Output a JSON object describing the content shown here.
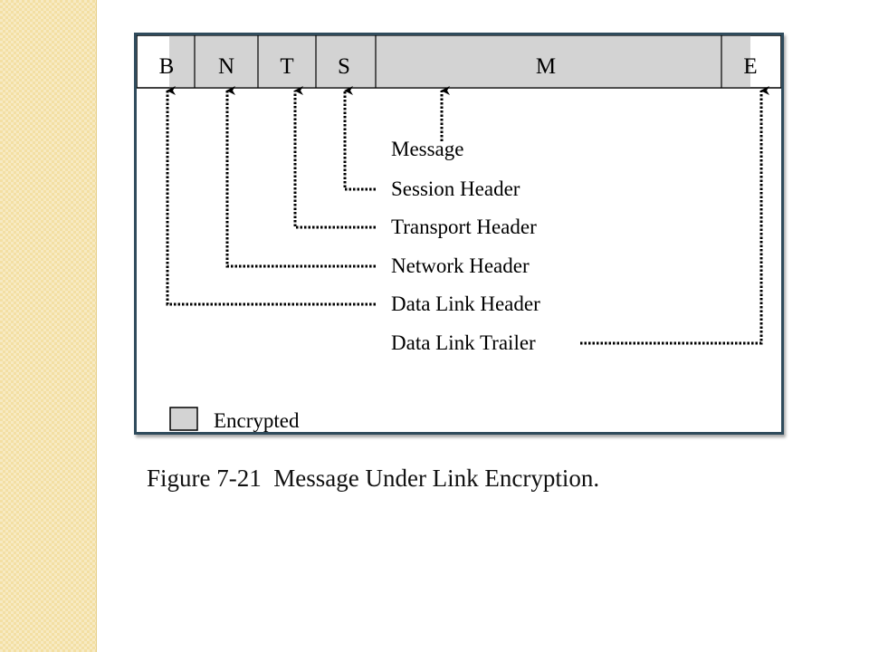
{
  "frame": {
    "fields": [
      {
        "key": "b",
        "label": "B",
        "encrypted": true
      },
      {
        "key": "n",
        "label": "N",
        "encrypted": true
      },
      {
        "key": "t",
        "label": "T",
        "encrypted": true
      },
      {
        "key": "s",
        "label": "S",
        "encrypted": true
      },
      {
        "key": "m",
        "label": "M",
        "encrypted": true
      },
      {
        "key": "e",
        "label": "E",
        "encrypted": true
      }
    ]
  },
  "labels": {
    "message": "Message",
    "session_header": "Session Header",
    "transport_header": "Transport Header",
    "network_header": "Network Header",
    "data_link_header": "Data Link Header",
    "data_link_trailer": "Data Link Trailer"
  },
  "legend": {
    "label": "Encrypted",
    "color": "#d3d3d3"
  },
  "caption": "Figure 7-21  Message Under Link Encryption.",
  "colors": {
    "frame_border": "#2f4b5c",
    "encrypted_fill": "#d3d3d3",
    "side_strip": "#f3dfa3"
  }
}
